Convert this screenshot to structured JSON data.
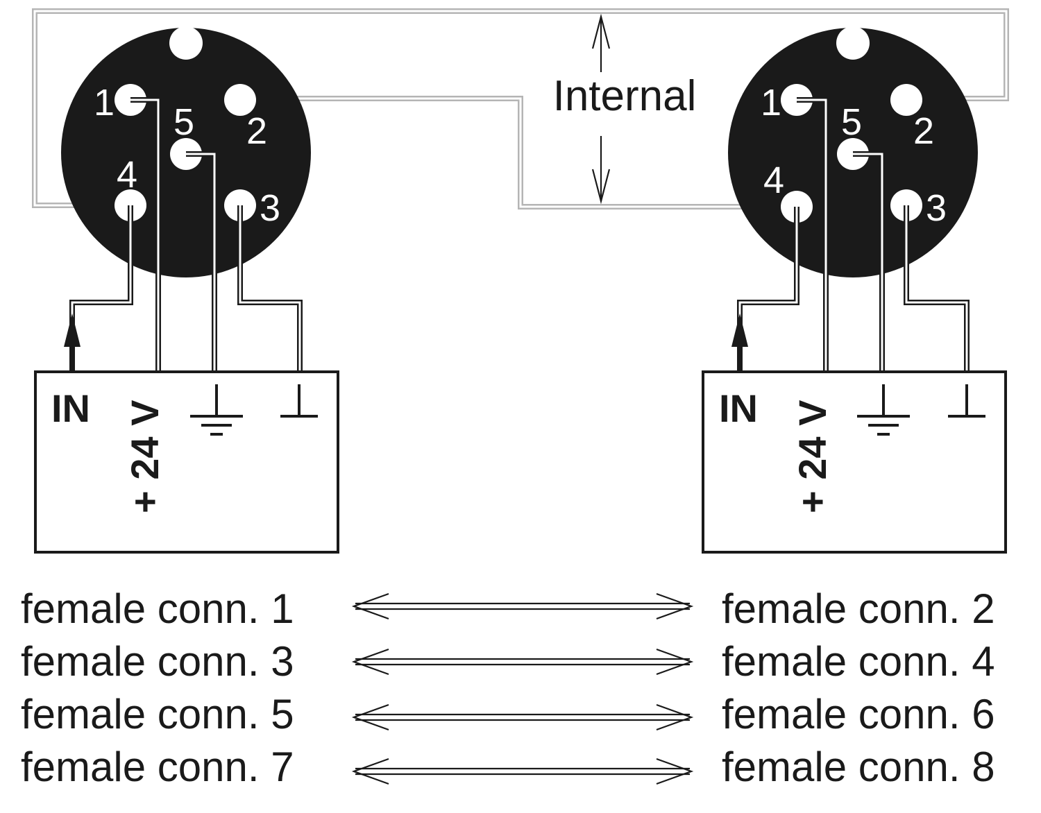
{
  "connectors": [
    {
      "name": "left",
      "pins": {
        "p1": "1",
        "p2": "2",
        "p3": "3",
        "p4": "4",
        "p5": "5"
      },
      "box": {
        "in": "IN",
        "v24": "+ 24 V"
      }
    },
    {
      "name": "right",
      "pins": {
        "p1": "1",
        "p2": "2",
        "p3": "3",
        "p4": "4",
        "p5": "5"
      },
      "box": {
        "in": "IN",
        "v24": "+ 24 V"
      }
    }
  ],
  "internal_label": "Internal",
  "pairs": [
    {
      "left": "female conn. 1",
      "right": "female conn. 2"
    },
    {
      "left": "female conn. 3",
      "right": "female conn. 4"
    },
    {
      "left": "female conn. 5",
      "right": "female conn. 6"
    },
    {
      "left": "female conn. 7",
      "right": "female conn. 8"
    }
  ],
  "colors": {
    "ink": "#1a1a1a",
    "connector_body": "#1a1a1a",
    "internal_wire": "#b5b5b5",
    "background": "#ffffff"
  }
}
